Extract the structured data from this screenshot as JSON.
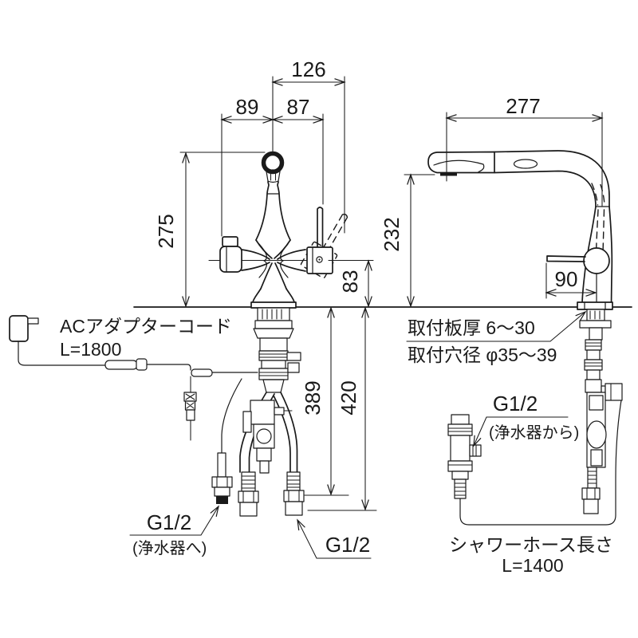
{
  "drawing": {
    "type": "faucet-installation-dimension-drawing",
    "colors": {
      "line": "#1a1a1a",
      "background": "#ffffff"
    },
    "dimensions": {
      "top_total": "126",
      "left_handle_offset": "89",
      "right_handle_offset": "87",
      "spout_reach": "277",
      "front_height": "275",
      "spout_height": "232",
      "handle_center_height": "83",
      "lever_reach": "90",
      "under_counter_hose_1": "389",
      "under_counter_hose_2": "420"
    },
    "labels": {
      "ac_adapter_line1": "ACアダプターコード",
      "ac_adapter_line2": "L=1800",
      "mounting_thickness": "取付板厚 6〜30",
      "mounting_hole_dia": "取付穴径 φ35〜39",
      "g12_left": "G1/2",
      "g12_left_note": "(浄水器へ)",
      "g12_center": "G1/2",
      "g12_right": "G1/2",
      "g12_right_note": "(浄水器から)",
      "shower_hose_line1": "シャワーホース長さ",
      "shower_hose_line2": "L=1400"
    }
  }
}
